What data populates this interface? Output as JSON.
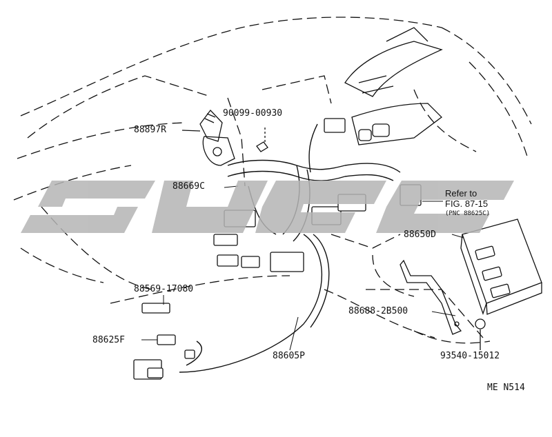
{
  "diagram": {
    "part_labels": {
      "p88897R": "88897R",
      "p90099": "90099-00930",
      "p88669C": "88669C",
      "p88650D": "88650D",
      "p88569": "88569-17080",
      "p88625F": "88625F",
      "p88688": "88688-2B500",
      "p88605P": "88605P",
      "p93540": "93540-15012"
    },
    "reference_note": {
      "line1": "Refer to",
      "line2": "FIG. 87-15",
      "line3": "(PNC 88625C)"
    },
    "code": "ME N514",
    "watermark_icon": "brand-watermark-logo",
    "colors": {
      "line": "#111111",
      "watermark": "#b5b5b5"
    }
  }
}
